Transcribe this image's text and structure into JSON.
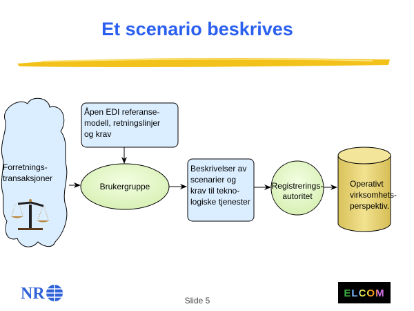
{
  "title": "Et scenario beskrives",
  "nodes": {
    "cloud": {
      "line1": "Forretnings-",
      "line2": "transaksjoner"
    },
    "reference_box": {
      "line1": "Åpen EDI referanse-",
      "line2": "modell, retningslinjer",
      "line3": "og krav"
    },
    "user_group": {
      "label": "Brukergruppe"
    },
    "description_box": {
      "line1": "Beskrivelser av",
      "line2": "scenarier og",
      "line3": "krav til tekno-",
      "line4": "logiske tjenester"
    },
    "registration": {
      "line1": "Registrerings-",
      "line2": "autoritet"
    },
    "operative": {
      "line1": "Operativt",
      "line2": "virksomhets-",
      "line3": "perspektiv."
    }
  },
  "footer": {
    "slide_label": "Slide 5",
    "logo_left": "NR",
    "logo_right": "ELCOM"
  },
  "colors": {
    "title": "#2a5ff0",
    "box": "#dbeeff",
    "ellipse": "#e4f7c8",
    "cylinder": "#e8d57a",
    "stroke": "#3b5bd6"
  }
}
